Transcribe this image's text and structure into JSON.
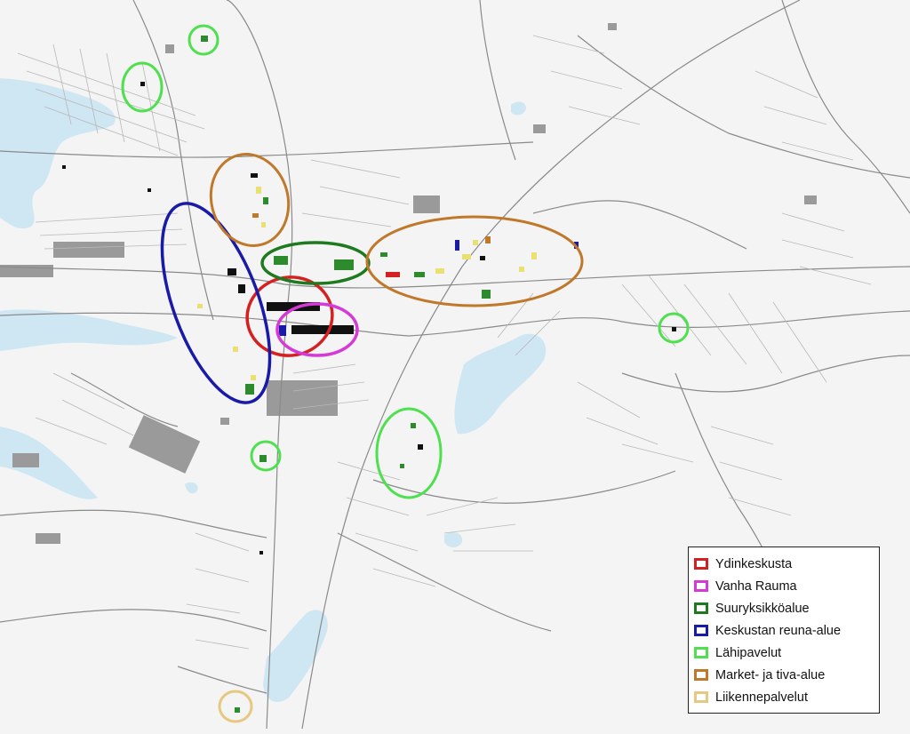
{
  "map": {
    "zones": [
      {
        "name": "Ydinkeskusta",
        "color": "#d42020"
      },
      {
        "name": "Vanha Rauma",
        "color": "#d63ad6"
      },
      {
        "name": "Suuryksikköalue",
        "color": "#1e7a1e"
      },
      {
        "name": "Keskustan reuna-alue",
        "color": "#1a1aa8"
      },
      {
        "name": "Lähipavelut",
        "color": "#4ee04e"
      },
      {
        "name": "Market- ja tiva-alue",
        "color": "#c0782a"
      },
      {
        "name": "Liikennepalvelut",
        "color": "#e6c880"
      }
    ],
    "colors": {
      "water": "#cfe6f3",
      "land": "#f4f4f4",
      "road": "#8a8a8a",
      "building": "#9a9a9a",
      "service_building_green": "#2d8a2d",
      "service_building_yellow": "#e8e070",
      "service_building_black": "#111111"
    }
  },
  "legend": {
    "items": [
      {
        "label": "Ydinkeskusta",
        "color": "#d42020"
      },
      {
        "label": "Vanha Rauma",
        "color": "#d63ad6"
      },
      {
        "label": "Suuryksikköalue",
        "color": "#1e7a1e"
      },
      {
        "label": "Keskustan reuna-alue",
        "color": "#1a1aa8"
      },
      {
        "label": "Lähipavelut",
        "color": "#4ee04e"
      },
      {
        "label": "Market- ja tiva-alue",
        "color": "#c0782a"
      },
      {
        "label": "Liikennepalvelut",
        "color": "#e6c880"
      }
    ]
  }
}
